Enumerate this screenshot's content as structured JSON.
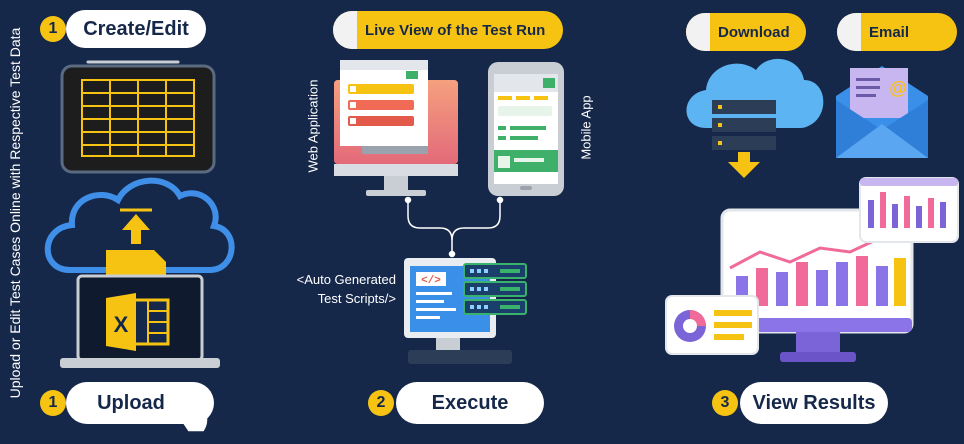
{
  "side_text": "Upload or Edit Test Cases Online with Respective Test Data",
  "steps": {
    "create": {
      "number": "1",
      "label": "Create/Edit"
    },
    "upload": {
      "number": "1",
      "label": "Upload"
    },
    "execute": {
      "number": "2",
      "label": "Execute"
    },
    "results": {
      "number": "3",
      "label": "View Results"
    }
  },
  "live_view": {
    "title": "Live View of the Test Run"
  },
  "web_app_label": "Web Application",
  "mobile_app_label": "Mobile App",
  "scripts_label": {
    "line1": "<Auto Generated",
    "line2": "Test Scripts/>"
  },
  "download_label": "Download",
  "email_label": "Email",
  "code_icon_text": "</>",
  "email_at_symbol": "@",
  "excel_letter": "X",
  "colors": {
    "background": "#16284a",
    "accent": "#f6c312",
    "pill": "#ffffff"
  }
}
